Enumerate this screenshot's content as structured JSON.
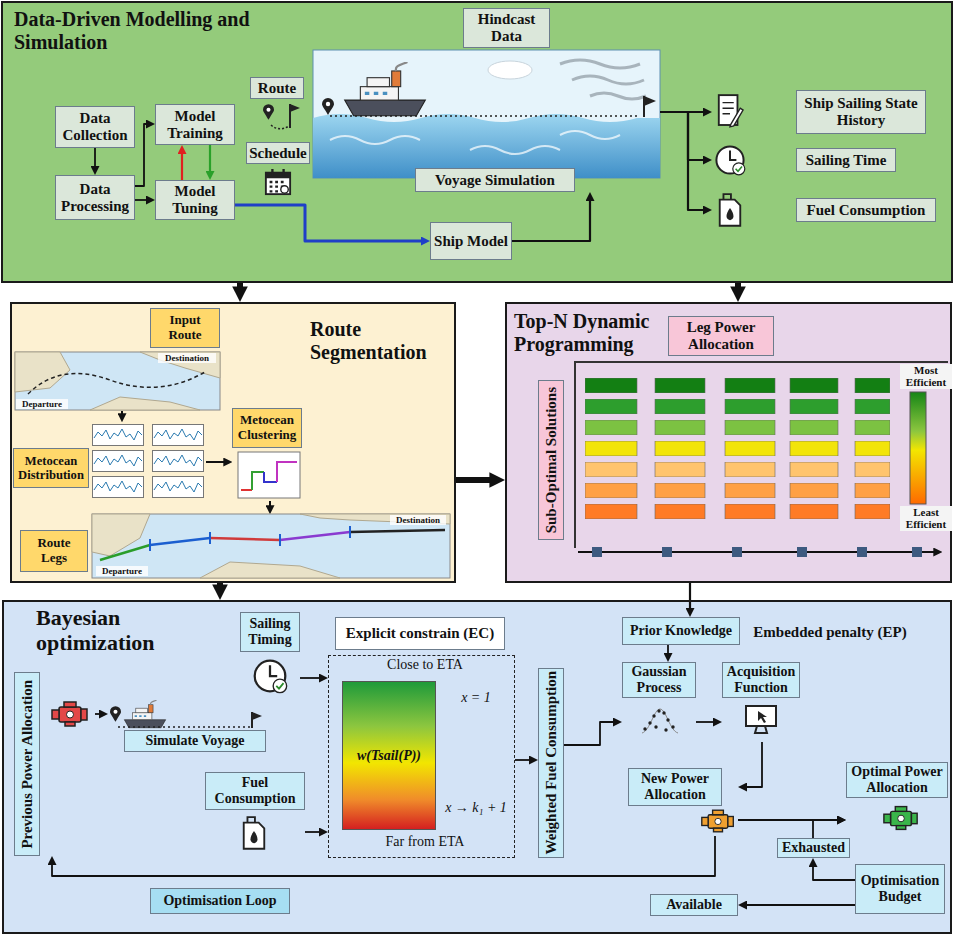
{
  "diagram": {
    "nodes": [
      {
        "text": [
          "Data-Driven Modelling and Simulation"
        ]
      },
      {
        "text": [
          "Data Collection"
        ],
        "in": 0
      },
      {
        "text": [
          "Data Processing"
        ],
        "in": 0
      },
      {
        "text": [
          "Model Training"
        ],
        "in": 0
      },
      {
        "text": [
          "Model Tuning"
        ],
        "in": 0
      },
      {
        "text": [
          "Route"
        ],
        "in": 0
      },
      {
        "text": [
          "Schedule"
        ],
        "in": 0
      },
      {
        "text": [
          "Hindcast Data"
        ],
        "in": 0
      },
      {
        "text": [
          "Voyage Simulation"
        ],
        "in": 0
      },
      {
        "text": [
          "Ship Model"
        ],
        "in": 0
      },
      {
        "text": [
          "Ship Sailing State History"
        ],
        "in": 0
      },
      {
        "text": [
          "Sailing Time"
        ],
        "in": 0
      },
      {
        "text": [
          "Fuel Consumption"
        ],
        "in": 0
      },
      {
        "text": [
          "Route Segmentation"
        ]
      },
      {
        "text": [
          "Input Route"
        ],
        "in": 13
      },
      {
        "text": [
          "Metocean Distribution"
        ],
        "in": 13
      },
      {
        "text": [
          "Metocean Clustering"
        ],
        "in": 13
      },
      {
        "text": [
          "Route Legs"
        ],
        "in": 13
      },
      {
        "text": [
          "Top-N Dynamic Programming"
        ]
      },
      {
        "text": [
          "Leg Power Allocation"
        ],
        "in": 18
      },
      {
        "text": [
          "Sub-Optimal Solutions"
        ],
        "in": 18
      },
      {
        "text": [
          "Bayesian optimization"
        ]
      },
      {
        "text": [
          "Previous Power Allocation"
        ],
        "in": 21
      },
      {
        "text": [
          "Simulate Voyage"
        ],
        "in": 21
      },
      {
        "text": [
          "Sailing Timing"
        ],
        "in": 21
      },
      {
        "text": [
          "Fuel Consumption"
        ],
        "in": 21
      },
      {
        "text": [
          "Explicit constrain (EC)"
        ],
        "in": 21
      },
      {
        "text": [
          "Close to ETA",
          "x = 1",
          "x → k₁ + 1",
          "Far from ETA"
        ],
        "in": 21
      },
      {
        "text": [
          "w(Tsail(P))"
        ],
        "in": 27
      },
      {
        "text": [
          "Weighted Fuel Consumption"
        ],
        "in": 21
      },
      {
        "text": [
          "Prior Knowledge"
        ],
        "in": 21
      },
      {
        "text": [
          "Gaussian Process"
        ],
        "in": 21
      },
      {
        "text": [
          "Acquisition Function"
        ],
        "in": 21
      },
      {
        "text": [
          "New Power Allocation"
        ],
        "in": 21
      },
      {
        "text": [
          "Optimal Power Allocation"
        ],
        "in": 21
      },
      {
        "text": [
          "Exhausted"
        ],
        "in": 21
      },
      {
        "text": [
          "Optimisation Budget"
        ],
        "in": 21
      },
      {
        "text": [
          "Available"
        ],
        "in": 21
      },
      {
        "text": [
          "Optimisation Loop"
        ],
        "in": 21
      }
    ],
    "edges": [
      {
        "from": 1,
        "to": 2,
        "arrow": "to"
      },
      {
        "from": 2,
        "to": 3,
        "arrow": "to"
      },
      {
        "from": 2,
        "to": 4,
        "arrow": "to"
      },
      {
        "from": 4,
        "to": 3,
        "arrow": "to"
      },
      {
        "from": 3,
        "to": 4,
        "arrow": "to"
      },
      {
        "from": 4,
        "to": 9,
        "arrow": "to"
      },
      {
        "from": 9,
        "to": 8,
        "arrow": "to"
      },
      {
        "from": 8,
        "to": 10,
        "arrow": "to"
      },
      {
        "from": 8,
        "to": 11,
        "arrow": "to"
      },
      {
        "from": 8,
        "to": 12,
        "arrow": "to"
      },
      {
        "from": 0,
        "to": 13,
        "arrow": "to"
      },
      {
        "from": 0,
        "to": 18,
        "arrow": "to"
      },
      {
        "from": 13,
        "to": 18,
        "arrow": "to"
      },
      {
        "from": 13,
        "to": 21,
        "arrow": "to"
      },
      {
        "from": 18,
        "to": 30,
        "arrow": "to"
      },
      {
        "from": 22,
        "to": 23,
        "arrow": "to"
      },
      {
        "from": 24,
        "to": 27,
        "arrow": "to"
      },
      {
        "from": 25,
        "to": 27,
        "arrow": "to"
      },
      {
        "from": 27,
        "to": 29,
        "arrow": "to"
      },
      {
        "from": 29,
        "to": 31,
        "arrow": "to"
      },
      {
        "from": 30,
        "to": 31,
        "arrow": "to"
      },
      {
        "from": 31,
        "to": 32,
        "arrow": "to"
      },
      {
        "from": 32,
        "to": 33,
        "arrow": "to"
      },
      {
        "from": 33,
        "to": 34,
        "arrow": "to"
      },
      {
        "from": 35,
        "to": 34,
        "arrow": "to"
      },
      {
        "from": 36,
        "to": 35,
        "arrow": "to"
      },
      {
        "from": 36,
        "to": 37,
        "arrow": "to"
      },
      {
        "from": 33,
        "to": 22,
        "arrow": "to"
      }
    ],
    "labels": [
      "Departure",
      "Destination",
      "Departure",
      "Destination",
      "Most Efficient",
      "Least Efficient",
      "Embedded penalty (EP)"
    ]
  }
}
